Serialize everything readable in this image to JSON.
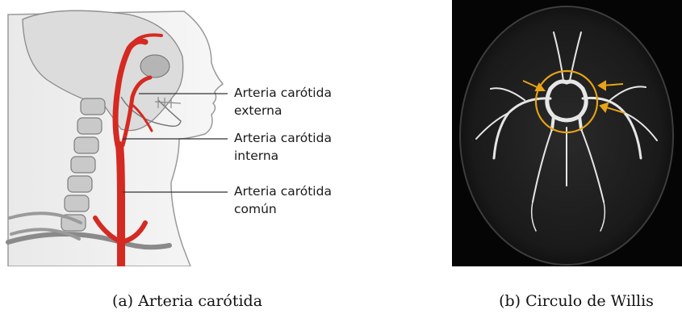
{
  "figure_a": {
    "labels": {
      "external": {
        "line1": "Arteria carótida",
        "line2": "externa"
      },
      "internal": {
        "line1": "Arteria carótida",
        "line2": "interna"
      },
      "common": {
        "line1": "Arteria carótida",
        "line2": "común"
      }
    },
    "caption": "(a) Arteria carótida",
    "artery_color": "#d42a22"
  },
  "figure_b": {
    "caption": "(b) Circulo de Willis",
    "highlight_color": "#e8a317"
  }
}
